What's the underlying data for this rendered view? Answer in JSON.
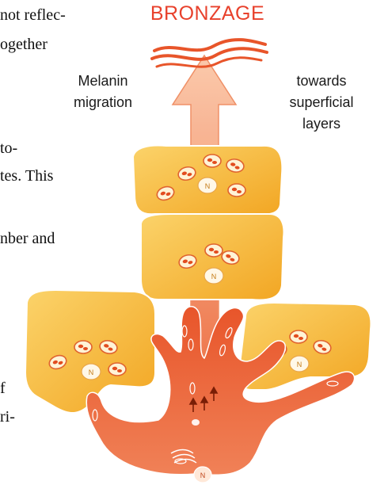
{
  "cropped_text": {
    "line1": "not reflec-",
    "line2": "ogether",
    "line3": "to-",
    "line4": "tes. This",
    "line5": "nber and",
    "line6": "f",
    "line7": "ri-"
  },
  "diagram": {
    "title": "BRONZAGE",
    "label_left_1": "Melanin",
    "label_left_2": "migration",
    "label_right_1": "towards",
    "label_right_2": "superficial",
    "label_right_3": "layers",
    "nucleus_letter": "N"
  },
  "colors": {
    "title": "#e8412c",
    "keratinocyte_fill": "#f7b733",
    "keratinocyte_light": "#fbd36a",
    "melanocyte": "#ea6a3c",
    "arrow": "#f28a5a",
    "granule": "#e85a26"
  }
}
